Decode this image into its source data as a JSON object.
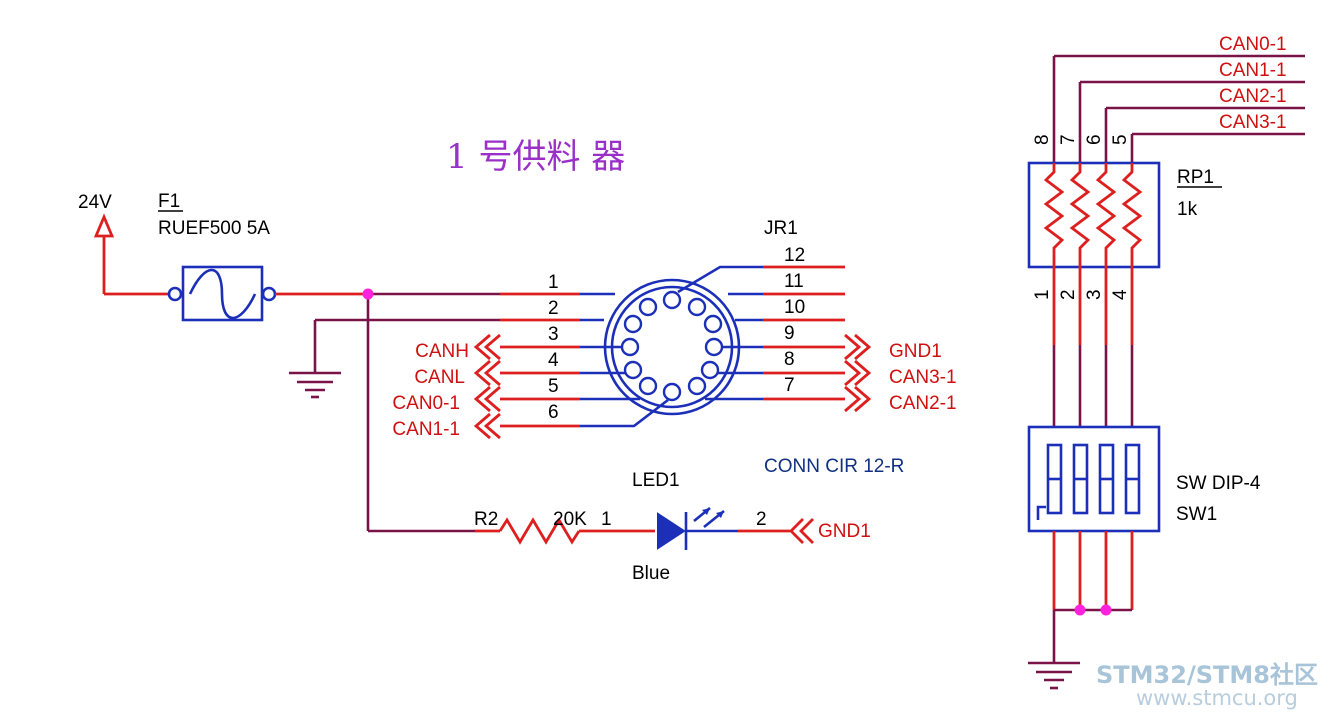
{
  "title": "1  号供料 器",
  "power": {
    "label": "24V"
  },
  "fuse": {
    "ref": "F1",
    "value": "RUEF500  5A"
  },
  "connector": {
    "ref": "JR1",
    "part": "CONN CIR 12-R",
    "left_pins": [
      "1",
      "2",
      "3",
      "4",
      "5",
      "6"
    ],
    "right_pins": [
      "12",
      "11",
      "10",
      "9",
      "8",
      "7"
    ],
    "left_nets": [
      "CANH",
      "CANL",
      "CAN0-1",
      "CAN1-1"
    ],
    "right_nets": [
      "GND1",
      "CAN3-1",
      "CAN2-1"
    ]
  },
  "resistor": {
    "ref": "R2",
    "value": "20K",
    "pin": "1"
  },
  "led": {
    "ref": "LED1",
    "color": "Blue",
    "pin": "2",
    "net": "GND1"
  },
  "rpack": {
    "ref": "RP1",
    "value": "1k",
    "top_pins": [
      "8",
      "7",
      "6",
      "5"
    ],
    "bottom_pins": [
      "1",
      "2",
      "3",
      "4"
    ],
    "nets": [
      "CAN0-1",
      "CAN1-1",
      "CAN2-1",
      "CAN3-1"
    ]
  },
  "dip_switch": {
    "part": "SW DIP-4",
    "ref": "SW1"
  },
  "watermark": {
    "line1_a": "STM32/",
    "line1_b": "STM8",
    "line1_c": "社区",
    "line2": "www.stmcu.org"
  },
  "colors": {
    "wire_main": "#7a1448",
    "wire_pin": "#dd1f1f",
    "component": "#1c2fb8",
    "junction": "#ff22dd",
    "title": "#9a30c8"
  }
}
